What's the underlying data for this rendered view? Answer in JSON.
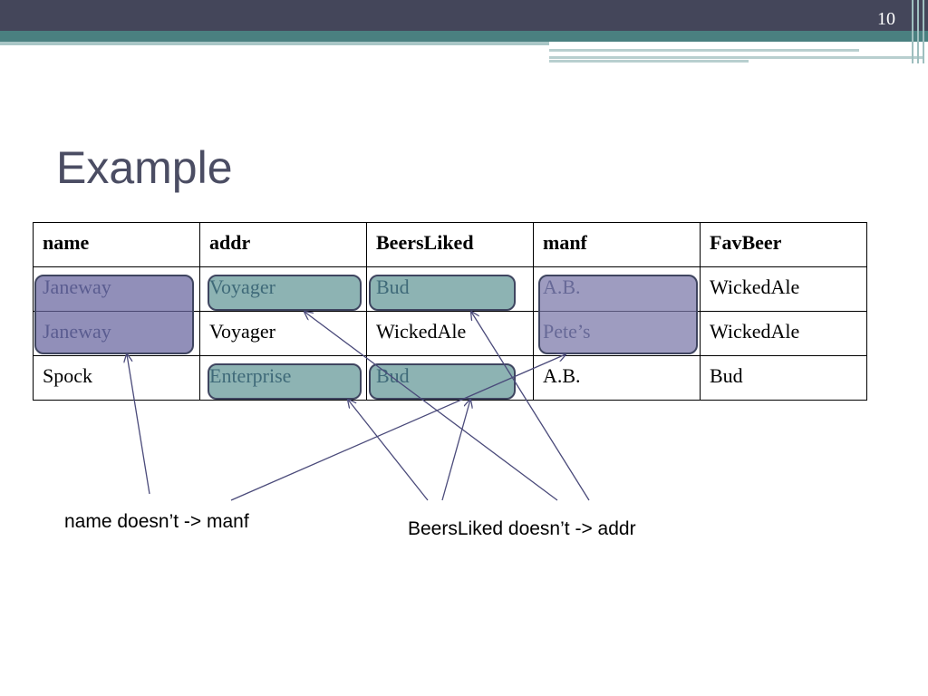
{
  "slide": {
    "number": "10",
    "title": "Example"
  },
  "table": {
    "headers": [
      "name",
      "addr",
      "BeersLiked",
      "manf",
      "FavBeer"
    ],
    "rows": [
      [
        "Janeway",
        "Voyager",
        "Bud",
        "A.B.",
        "WickedAle"
      ],
      [
        "Janeway",
        "Voyager",
        "WickedAle",
        "Pete’s",
        "WickedAle"
      ],
      [
        "Spock",
        "Enterprise",
        "Bud",
        "A.B.",
        "Bud"
      ]
    ]
  },
  "annotations": {
    "name_manf": "name doesn’t -> manf",
    "beers_addr": "BeersLiked doesn’t -> addr"
  },
  "colors": {
    "top_bar": "#44465a",
    "accent_teal": "#4a8080",
    "title_text": "#4b4d63",
    "highlight_purple": "#66649e",
    "highlight_teal": "#418080",
    "arrow": "#4a4a7a"
  }
}
